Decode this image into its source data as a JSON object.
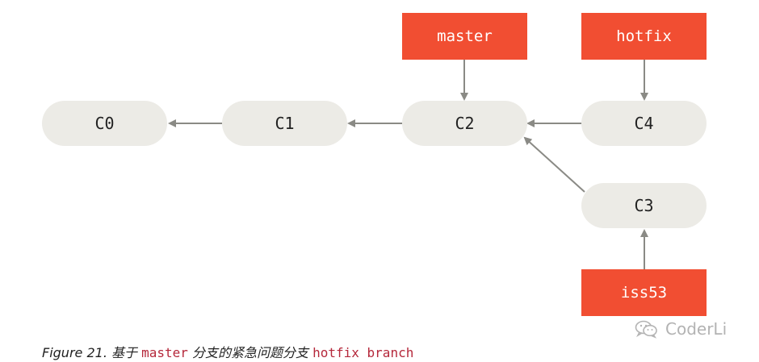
{
  "commits": [
    {
      "id": "c0",
      "label": "C0"
    },
    {
      "id": "c1",
      "label": "C1"
    },
    {
      "id": "c2",
      "label": "C2"
    },
    {
      "id": "c4",
      "label": "C4"
    },
    {
      "id": "c3",
      "label": "C3"
    }
  ],
  "branches": [
    {
      "id": "master",
      "label": "master",
      "points_to": "C2"
    },
    {
      "id": "hotfix",
      "label": "hotfix",
      "points_to": "C4"
    },
    {
      "id": "iss53",
      "label": "iss53",
      "points_to": "C3"
    }
  ],
  "edges": [
    {
      "from": "C1",
      "to": "C0"
    },
    {
      "from": "C2",
      "to": "C1"
    },
    {
      "from": "C4",
      "to": "C2"
    },
    {
      "from": "C3",
      "to": "C2"
    }
  ],
  "caption": {
    "figure": "Figure 21.",
    "text_1": "基于",
    "code_1": "master",
    "text_2": "分支的紧急问题分支",
    "code_2": "hotfix branch"
  },
  "watermark": {
    "icon": "wechat-icon",
    "text": "CoderLi"
  },
  "colors": {
    "commit_fill": "#ecebe6",
    "branch_fill": "#f14e32",
    "arrow": "#8a8a85"
  }
}
